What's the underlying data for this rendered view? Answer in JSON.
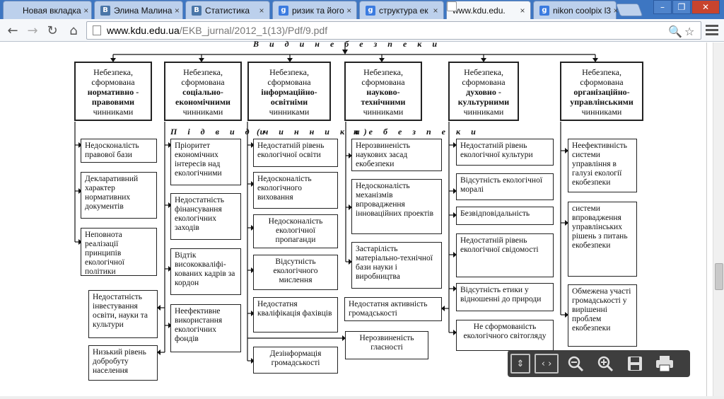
{
  "tabs": [
    {
      "title": "Новая вкладка",
      "favicon": "blank",
      "active": false
    },
    {
      "title": "Элина Малина",
      "favicon": "vk",
      "active": false
    },
    {
      "title": "Статистика",
      "favicon": "vk",
      "active": false
    },
    {
      "title": "ризик та його",
      "favicon": "g",
      "active": false
    },
    {
      "title": "структура ек",
      "favicon": "g",
      "active": false
    },
    {
      "title": "www.kdu.edu.",
      "favicon": "page",
      "active": true
    },
    {
      "title": "nikon coolpix l3",
      "favicon": "g",
      "active": false
    }
  ],
  "tab_close_glyph": "×",
  "window_controls": {
    "minimize": "–",
    "maximize": "❐",
    "close": "✕"
  },
  "toolbar": {
    "back": "←",
    "forward": "→",
    "reload": "↻",
    "home": "⌂",
    "zoom": "🔍",
    "star": "☆"
  },
  "address": {
    "host": "www.kdu.edu.ua",
    "path": "/EKB_jurnal/2012_1(13)/Pdf/9.pdf"
  },
  "diagram": {
    "top_title": "В и д и   н е б е з п е к и",
    "heads": [
      {
        "pre": "Небезпека, сформована",
        "bold": "нормативно - правовими",
        "post": "чинниками"
      },
      {
        "pre": "Небезпека, сформована",
        "bold": "соціально-економічними",
        "post": "чинниками"
      },
      {
        "pre": "Небезпека, сформована",
        "bold": "інформаційно-освітніми",
        "post": "чинниками"
      },
      {
        "pre": "Небезпека, сформована",
        "bold": "науково-технічними",
        "post": "чинниками"
      },
      {
        "pre": "Небезпека, сформована",
        "bold": "духовно - культурними",
        "post": "чинниками"
      },
      {
        "pre": "Небезпека, сформована",
        "bold": "організаційно-управлінськими",
        "post": "чинниками"
      }
    ],
    "subtitle_1": "П і д в и д и",
    "subtitle_2": "(ч и н н и к и)",
    "subtitle_3": "н е б е з п е к и",
    "col1": [
      "Недосконалість правової бази",
      "Декларативний характер нормативних документів",
      "Неповнота реалізації принципів екологічної політики",
      "Недостатність інвестування освіти, науки та культури",
      "Низький рівень добробуту населення"
    ],
    "col2": [
      "Пріоритет економічних інтересів над екологічними",
      "Недостатність фінансування екологічних заходів",
      "Відтік висококваліфі-кованих кадрів за кордон",
      "Неефективне використання екологічних фондів"
    ],
    "col3": [
      "Недостатній рівень екологічної освіти",
      "Недосконалість екологічного виховання",
      "Недосконалість екологічної пропаганди",
      "Відсутність екологічного мислення",
      "Недостатня кваліфікація фахівців",
      "Дезінформація громадськості"
    ],
    "col4": [
      "Нерозвиненість наукових засад екобезпеки",
      "Недосконалість механізмів впровадження інноваційних проектів",
      "Застарілість матеріально-технічної бази науки і виробництва",
      "Недостатня активність громадськості",
      "Нерозвиненість гласності"
    ],
    "col5": [
      "Недостатній рівень екологічної культури",
      "Відсутність екологічної моралі",
      "Безвідповідальність",
      "Недостатній рівень екологічної свідомості",
      "Відсутність етики у відношенні до природи",
      "Не сформованість екологічного світогляду"
    ],
    "col6": [
      "Неефективність системи управління в галузі екології екобезпеки",
      "системи впровадження управлінських рішень з питань екобезпеки",
      "Обмежена участі громадськості у вирішенні проблем екобезпеки"
    ]
  },
  "pdf_toolbar": {
    "fit": "⇕",
    "width": "‹ ›",
    "zoom_out": "−",
    "zoom_in": "+",
    "save": "💾",
    "print": "⎙"
  }
}
